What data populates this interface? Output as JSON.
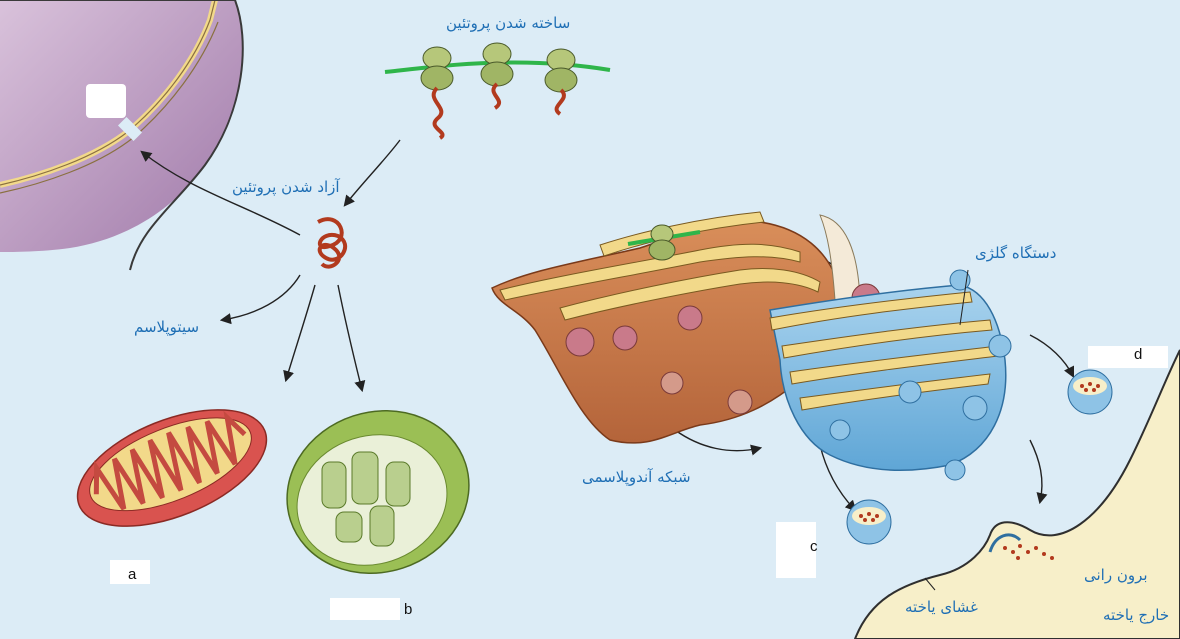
{
  "labels": {
    "protein_synthesis": "ساخته شدن پروتئین",
    "protein_release": "آزاد شدن پروتئین",
    "cytoplasm": "سیتوپلاسم",
    "golgi": "دستگاه گلژی",
    "er": "شبکه آندوپلاسمی",
    "exocytosis": "برون رانی",
    "cell_membrane": "غشای یاخته",
    "outside_cell": "خارج یاخته"
  },
  "letters": {
    "a": "a",
    "b": "b",
    "c": "c",
    "d": "d"
  },
  "colors": {
    "background": "#dcecf6",
    "nucleus": "#c4a3c9",
    "mitochondrion": "#d9534f",
    "chloroplast": "#9bbf55",
    "er": "#c97a4a",
    "golgi": "#8ec3e6",
    "cisternae": "#f2d98a",
    "outside": "#f7efc9",
    "text": "#1f6fb5"
  }
}
